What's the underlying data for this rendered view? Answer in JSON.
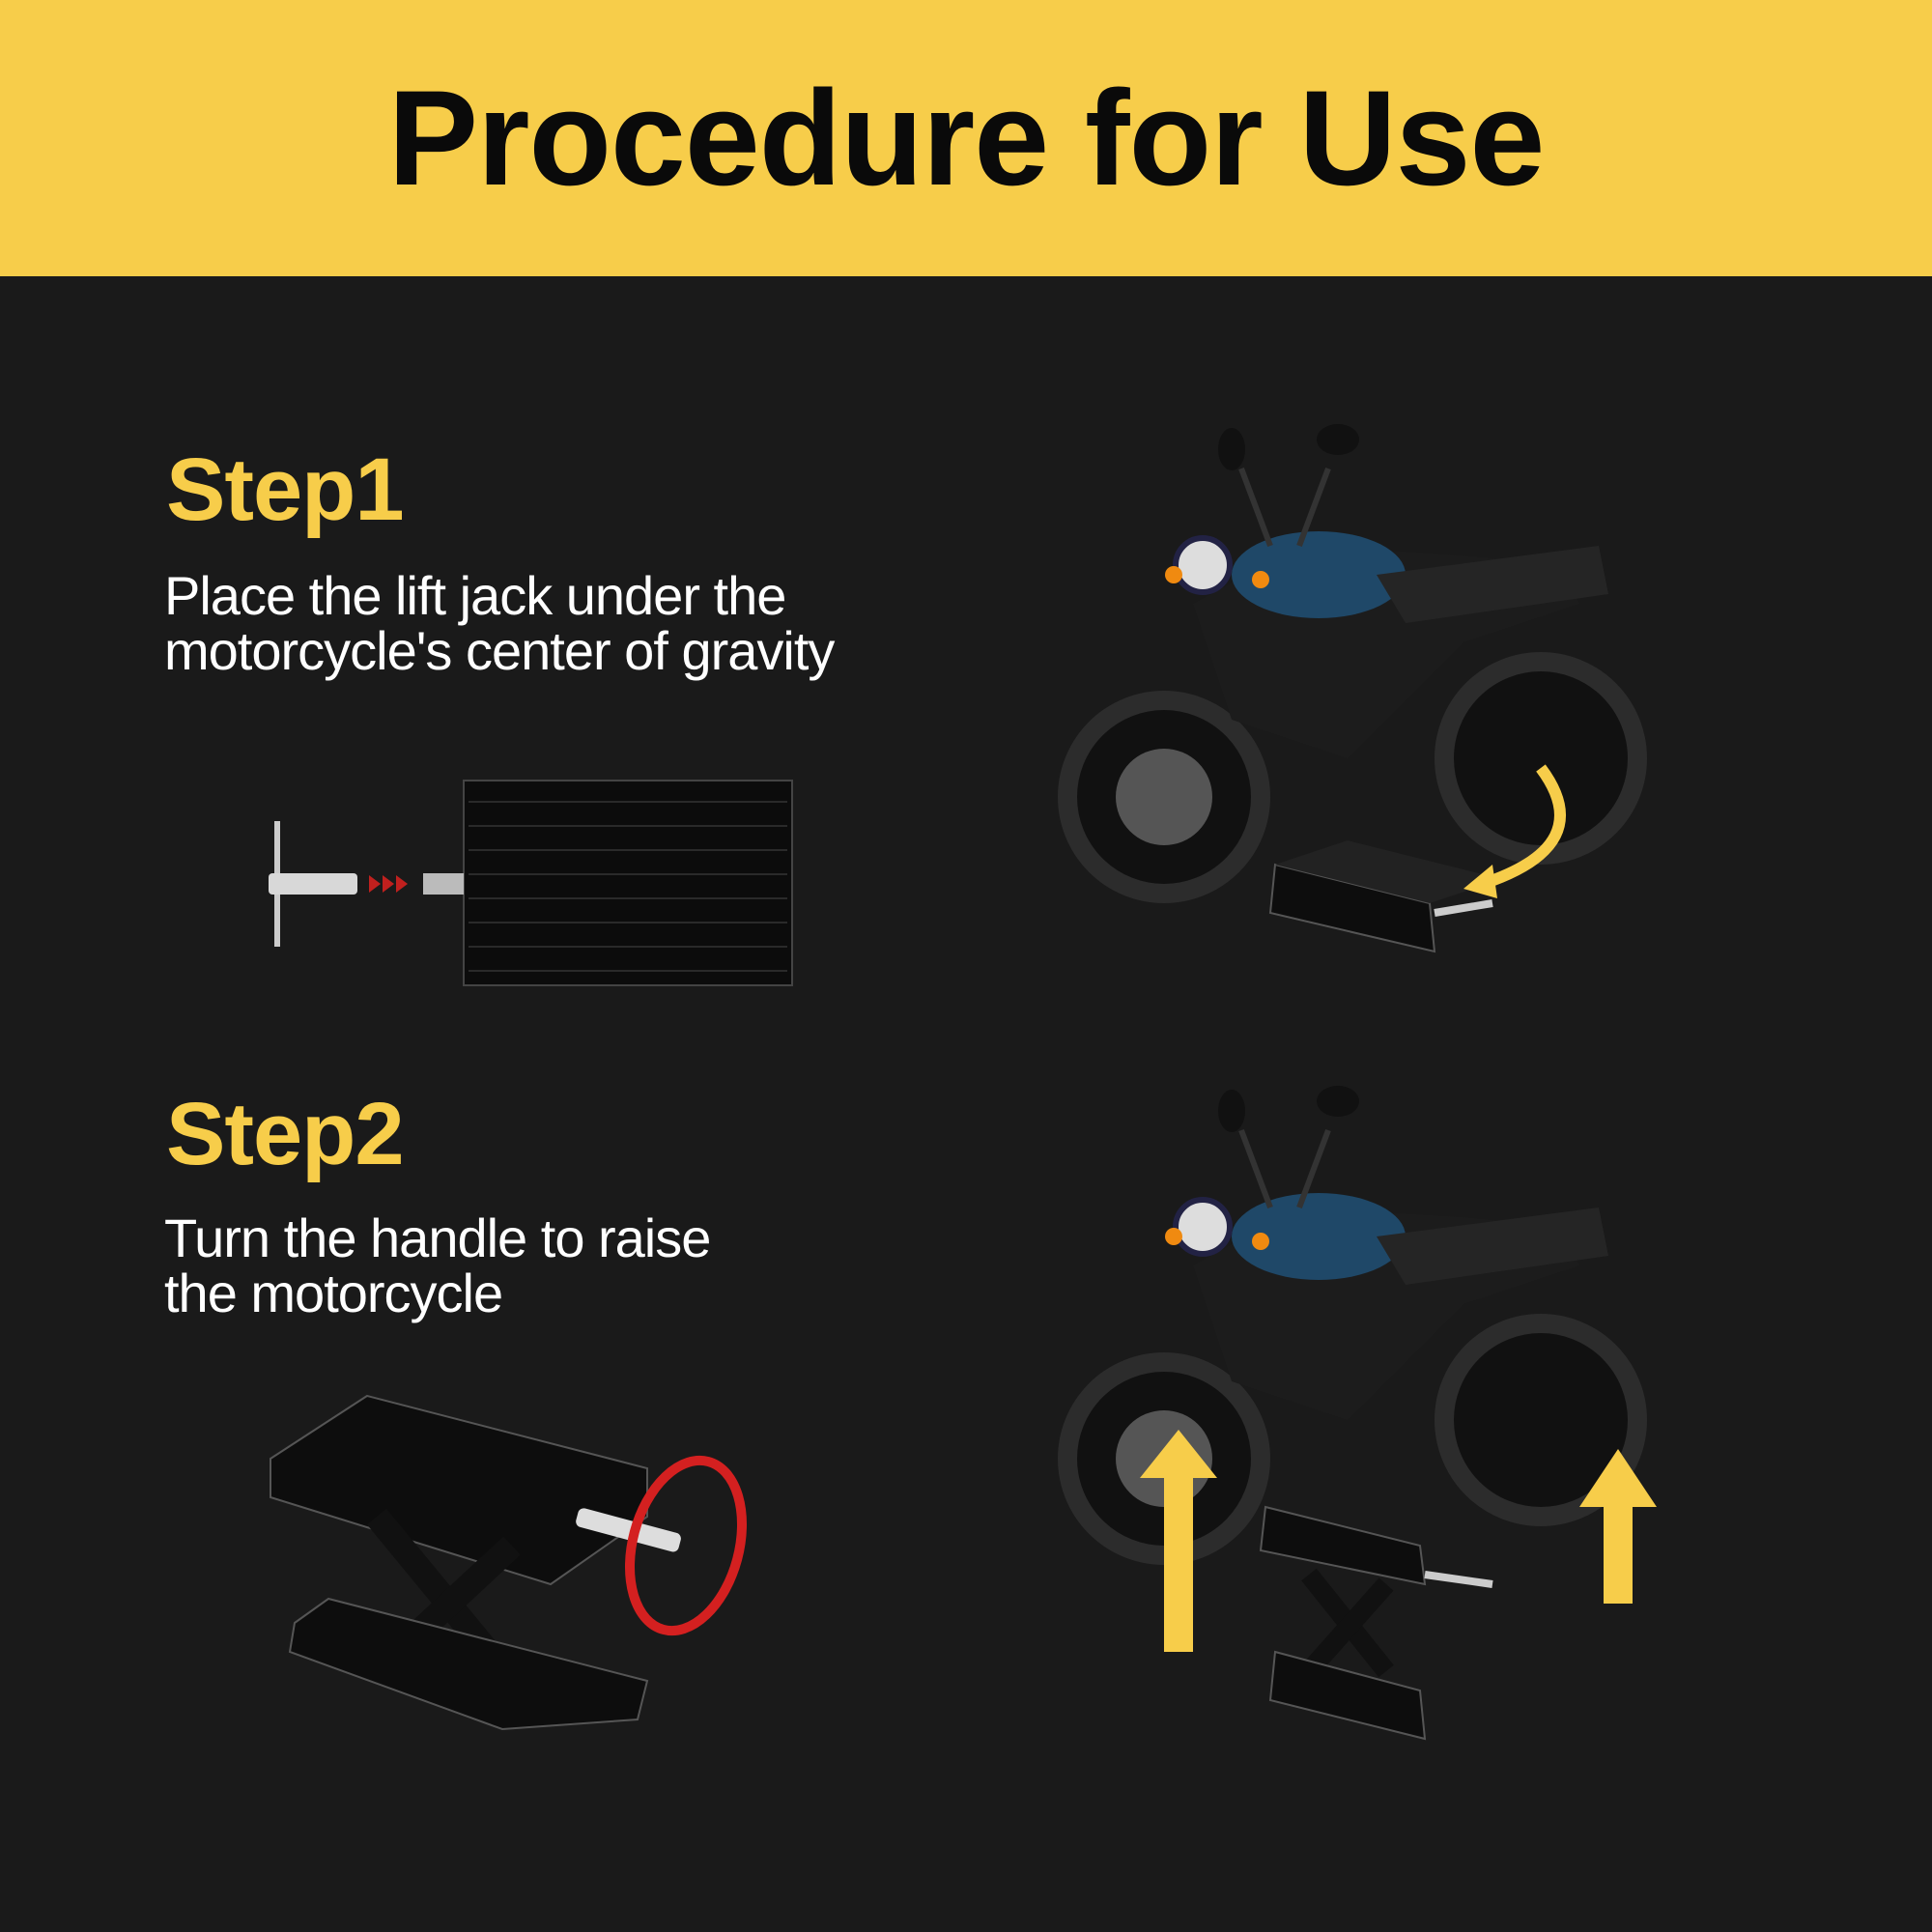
{
  "header": {
    "title": "Procedure for Use"
  },
  "steps": [
    {
      "label": "Step1",
      "lines": [
        "Place the lift jack under the",
        "motorcycle's center of gravity"
      ]
    },
    {
      "label": "Step2",
      "lines": [
        "Turn the handle to raise",
        "the motorcycle"
      ]
    }
  ],
  "colors": {
    "accent": "#f7cd4a",
    "background": "#1a1a1a",
    "rotate_arrow": "#d42020"
  }
}
